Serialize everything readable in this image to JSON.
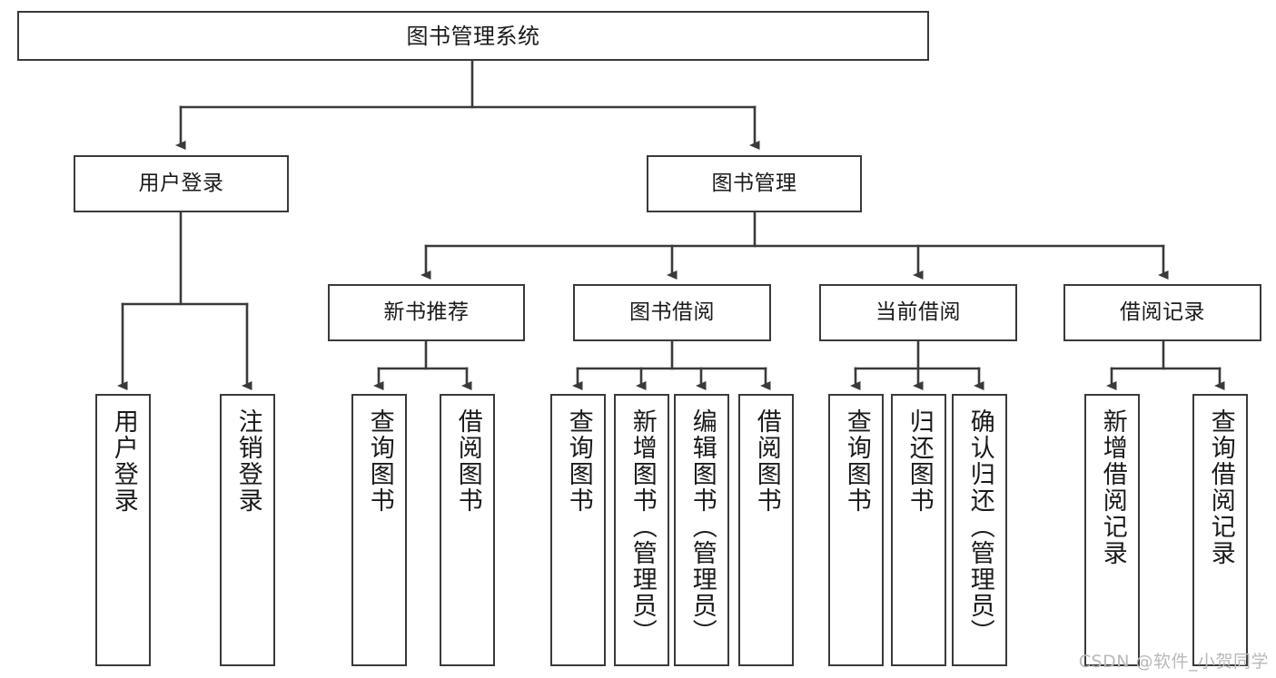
{
  "diagram": {
    "type": "tree-hierarchy",
    "title": "图书管理系统",
    "stroke_color": "#3a3a3a",
    "background_color": "#ffffff",
    "text_color": "#1a1a1a",
    "levels": 4,
    "nodes": {
      "root": {
        "label": "图书管理系统",
        "level": 1
      },
      "l2": [
        {
          "label": "用户登录",
          "level": 2
        },
        {
          "label": "图书管理",
          "level": 2
        }
      ],
      "l3": [
        {
          "label": "新书推荐",
          "level": 3
        },
        {
          "label": "图书借阅",
          "level": 3
        },
        {
          "label": "当前借阅",
          "level": 3
        },
        {
          "label": "借阅记录",
          "level": 3
        }
      ],
      "leaves": [
        {
          "label": "用户登录",
          "parent": "用户登录",
          "level": 4
        },
        {
          "label": "注销登录",
          "parent": "用户登录",
          "level": 4
        },
        {
          "label": "查询图书",
          "parent": "新书推荐",
          "level": 4
        },
        {
          "label": "借阅图书",
          "parent": "新书推荐",
          "level": 4
        },
        {
          "label": "查询图书",
          "parent": "图书借阅",
          "level": 4
        },
        {
          "label": "新增图书（管理员）",
          "parent": "图书借阅",
          "level": 4
        },
        {
          "label": "编辑图书（管理员）",
          "parent": "图书借阅",
          "level": 4
        },
        {
          "label": "借阅图书",
          "parent": "图书借阅",
          "level": 4
        },
        {
          "label": "查询图书",
          "parent": "当前借阅",
          "level": 4
        },
        {
          "label": "归还图书",
          "parent": "当前借阅",
          "level": 4
        },
        {
          "label": "确认归还（管理员）",
          "parent": "当前借阅",
          "level": 4
        },
        {
          "label": "新增借阅记录",
          "parent": "借阅记录",
          "level": 4
        },
        {
          "label": "查询借阅记录",
          "parent": "借阅记录",
          "level": 4
        }
      ]
    },
    "edges": [
      {
        "from": "图书管理系统",
        "to": "用户登录"
      },
      {
        "from": "图书管理系统",
        "to": "图书管理"
      },
      {
        "from": "图书管理",
        "to": "新书推荐"
      },
      {
        "from": "图书管理",
        "to": "图书借阅"
      },
      {
        "from": "图书管理",
        "to": "当前借阅"
      },
      {
        "from": "图书管理",
        "to": "借阅记录"
      },
      {
        "from": "用户登录",
        "to": "用户登录"
      },
      {
        "from": "用户登录",
        "to": "注销登录"
      },
      {
        "from": "新书推荐",
        "to": "查询图书"
      },
      {
        "from": "新书推荐",
        "to": "借阅图书"
      },
      {
        "from": "图书借阅",
        "to": "查询图书"
      },
      {
        "from": "图书借阅",
        "to": "新增图书（管理员）"
      },
      {
        "from": "图书借阅",
        "to": "编辑图书（管理员）"
      },
      {
        "from": "图书借阅",
        "to": "借阅图书"
      },
      {
        "from": "当前借阅",
        "to": "查询图书"
      },
      {
        "from": "当前借阅",
        "to": "归还图书"
      },
      {
        "from": "当前借阅",
        "to": "确认归还（管理员）"
      },
      {
        "from": "借阅记录",
        "to": "新增借阅记录"
      },
      {
        "from": "借阅记录",
        "to": "查询借阅记录"
      }
    ]
  },
  "watermark": {
    "text": "CSDN @软件_小贺同学"
  }
}
